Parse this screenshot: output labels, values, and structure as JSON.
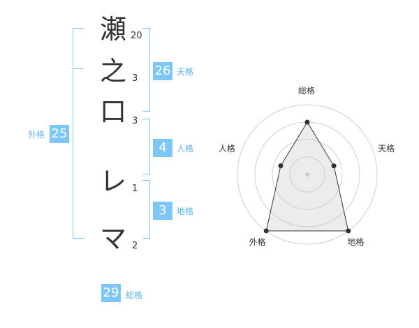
{
  "name_chars": [
    {
      "char": "瀬",
      "strokes": "20"
    },
    {
      "char": "之",
      "strokes": "3"
    },
    {
      "char": "口",
      "strokes": "3"
    },
    {
      "char": "レ",
      "strokes": "1"
    },
    {
      "char": "マ",
      "strokes": "2"
    }
  ],
  "fortunes": {
    "tenkaku": {
      "value": "26",
      "label": "天格"
    },
    "jinkaku": {
      "value": "4",
      "label": "人格"
    },
    "chikaku": {
      "value": "3",
      "label": "地格"
    },
    "gaikaku": {
      "value": "25",
      "label": "外格"
    },
    "soukaku": {
      "value": "29",
      "label": "総格"
    }
  },
  "colors": {
    "accent": "#7cc7f5",
    "label": "#5fb4e8",
    "text": "#333333"
  },
  "chart_data": {
    "type": "radar",
    "axes": [
      "総格",
      "天格",
      "地格",
      "外格",
      "人格"
    ],
    "values": [
      0.75,
      0.4,
      1.0,
      1.0,
      0.4
    ],
    "rings": 4,
    "grid": true
  }
}
